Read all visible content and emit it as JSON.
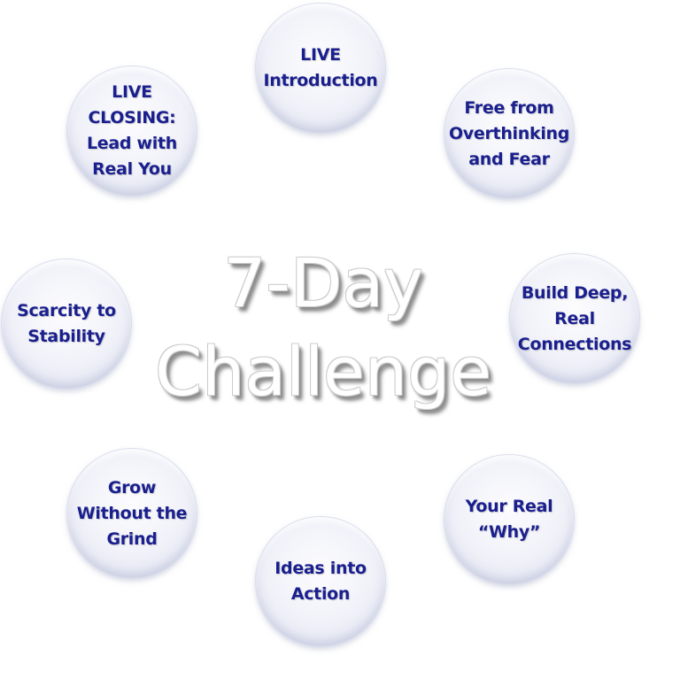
{
  "title": "7-Day\nChallenge",
  "nodes": [
    {
      "label": "LIVE\nIntroduction"
    },
    {
      "label": "Free from\nOverthinking\nand Fear"
    },
    {
      "label": "Build Deep,\nReal\nConnections"
    },
    {
      "label": "Your Real\n“Why”"
    },
    {
      "label": "Ideas into\nAction"
    },
    {
      "label": "Grow\nWithout the\nGrind"
    },
    {
      "label": "Scarcity to\nStability"
    },
    {
      "label": "LIVE\nCLOSING:\nLead with\nReal You"
    }
  ],
  "colors": {
    "node_text": "#1a1f8e",
    "node_fill": "#eef0f8",
    "title_fill": "#ffffff",
    "title_shadow": "#8a8a8a"
  }
}
